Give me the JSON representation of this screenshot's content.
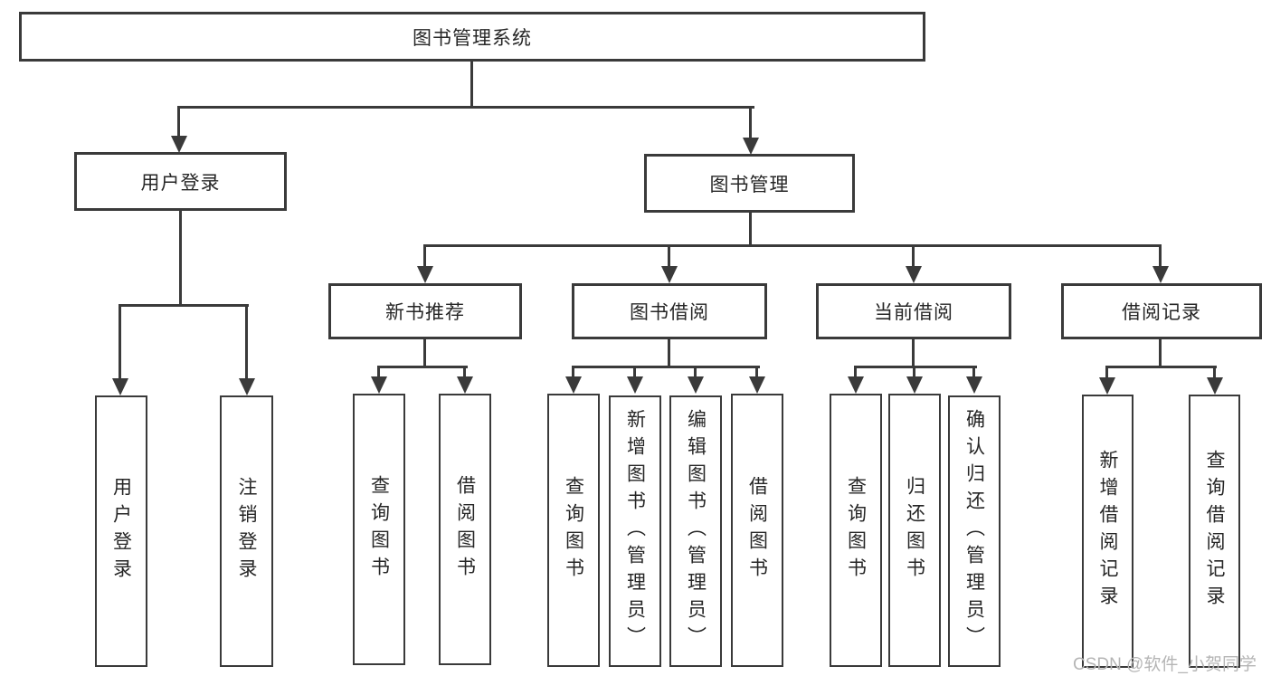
{
  "diagram": {
    "root": {
      "label": "图书管理系统"
    },
    "level1": [
      {
        "label": "用户登录"
      },
      {
        "label": "图书管理"
      }
    ],
    "level2": [
      {
        "label": "新书推荐"
      },
      {
        "label": "图书借阅"
      },
      {
        "label": "当前借阅"
      },
      {
        "label": "借阅记录"
      }
    ],
    "groups": {
      "login": [
        {
          "label": "用户登录"
        },
        {
          "label": "注销登录"
        }
      ],
      "recommend": [
        {
          "label": "查询图书"
        },
        {
          "label": "借阅图书"
        }
      ],
      "borrow": [
        {
          "label": "查询图书"
        },
        {
          "label": "新增图书（管理员）"
        },
        {
          "label": "编辑图书（管理员）"
        },
        {
          "label": "借阅图书"
        }
      ],
      "current": [
        {
          "label": "查询图书"
        },
        {
          "label": "归还图书"
        },
        {
          "label": "确认归还（管理员）"
        }
      ],
      "record": [
        {
          "label": "新增借阅记录"
        },
        {
          "label": "查询借阅记录"
        }
      ]
    },
    "watermark": "CSDN @软件_小贺同学",
    "colors": {
      "line": "#3a3a3a",
      "text": "#262626",
      "watermark": "#b5b5b5",
      "background": "#ffffff"
    }
  }
}
